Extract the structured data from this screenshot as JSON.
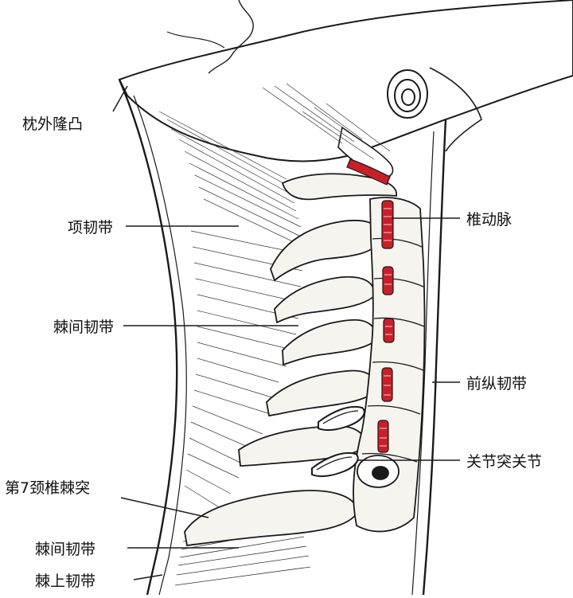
{
  "labels": {
    "occipital": "枕外隆凸",
    "nuchal": "项韧带",
    "interspinous_upper": "棘间韧带",
    "c7": "第7颈椎棘突",
    "interspinous_lower": "棘间韧带",
    "supraspinous": "棘上韧带",
    "vertebral_artery": "椎动脉",
    "anterior_longitudinal": "前纵韧带",
    "facet_joint": "关节突关节"
  },
  "colors": {
    "line": "#1a1a1a",
    "artery": "#c8202a",
    "bone": "#f6f4ef",
    "background": "#ffffff"
  }
}
